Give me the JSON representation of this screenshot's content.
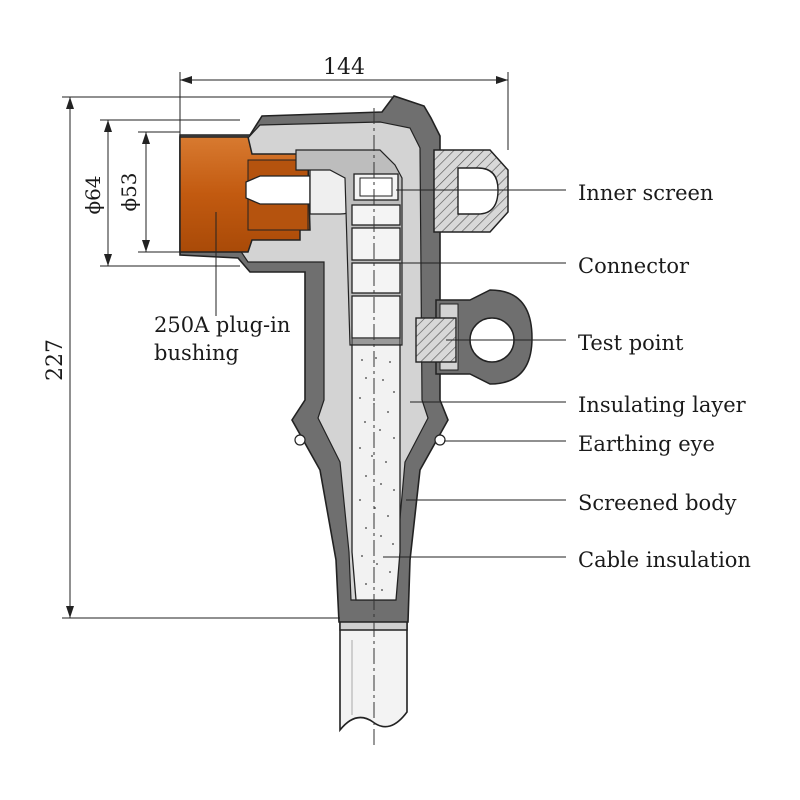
{
  "dimensions": {
    "width": "144",
    "height": "227",
    "dia_outer": "ϕ64",
    "dia_inner": "ϕ53"
  },
  "labels": {
    "bushing_line1": "250A plug-in",
    "bushing_line2": "bushing",
    "inner_screen": "Inner screen",
    "connector": "Connector",
    "test_point": "Test point",
    "insulating_layer": "Insulating layer",
    "earthing_eye": "Earthing eye",
    "screened_body": "Screened body",
    "cable_insulation": "Cable insulation"
  },
  "colors": {
    "bushing": "#c85f12",
    "body": "#707070",
    "insulation": "#d4d4d4",
    "cable": "#f2f2f2",
    "hatch": "#555555"
  }
}
